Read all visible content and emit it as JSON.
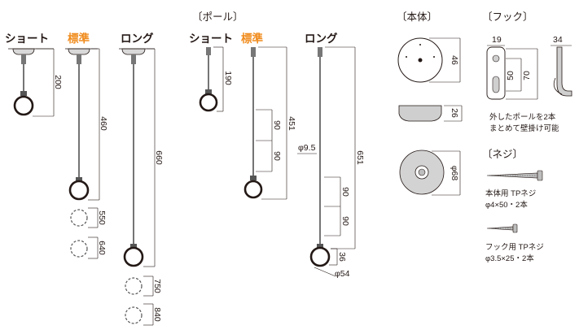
{
  "figure": {
    "ceiling_units": {
      "short_label": "ショート",
      "standard_label": "標準",
      "long_label": "ロング",
      "short_dim": "200",
      "standard_dim": "460",
      "standard_ext_dims": [
        "550",
        "640"
      ],
      "long_dim": "660",
      "long_ext_dims": [
        "750",
        "840"
      ]
    },
    "pole_section": {
      "title": "〔ポール〕",
      "short_label": "ショート",
      "standard_label": "標準",
      "long_label": "ロング",
      "short_dim": "190",
      "standard_dims": [
        "90",
        "90"
      ],
      "standard_total": "451",
      "long_diameter": "φ9.5",
      "long_dims": [
        "90",
        "90"
      ],
      "long_total": "651",
      "ring_height": "36",
      "ring_diameter": "φ54"
    },
    "body_section": {
      "title": "〔本体〕",
      "top_dim": "46",
      "side_dim": "26",
      "bottom_dim": "φ68"
    },
    "hook_section": {
      "title": "〔フック〕",
      "width_front": "19",
      "width_side": "34",
      "hole_dim": "50",
      "height_dim": "70",
      "note_line1": "外したポールを2本",
      "note_line2": "まとめて壁掛け可能"
    },
    "screw_section": {
      "title": "〔ネジ〕",
      "body_screw_line1": "本体用 TPネジ",
      "body_screw_line2": "φ4×50・2本",
      "hook_screw_line1": "フック用 TPネジ",
      "hook_screw_line2": "φ3.5×25・2本"
    },
    "colors": {
      "accent": "#f08c1e",
      "line": "#231815"
    }
  }
}
